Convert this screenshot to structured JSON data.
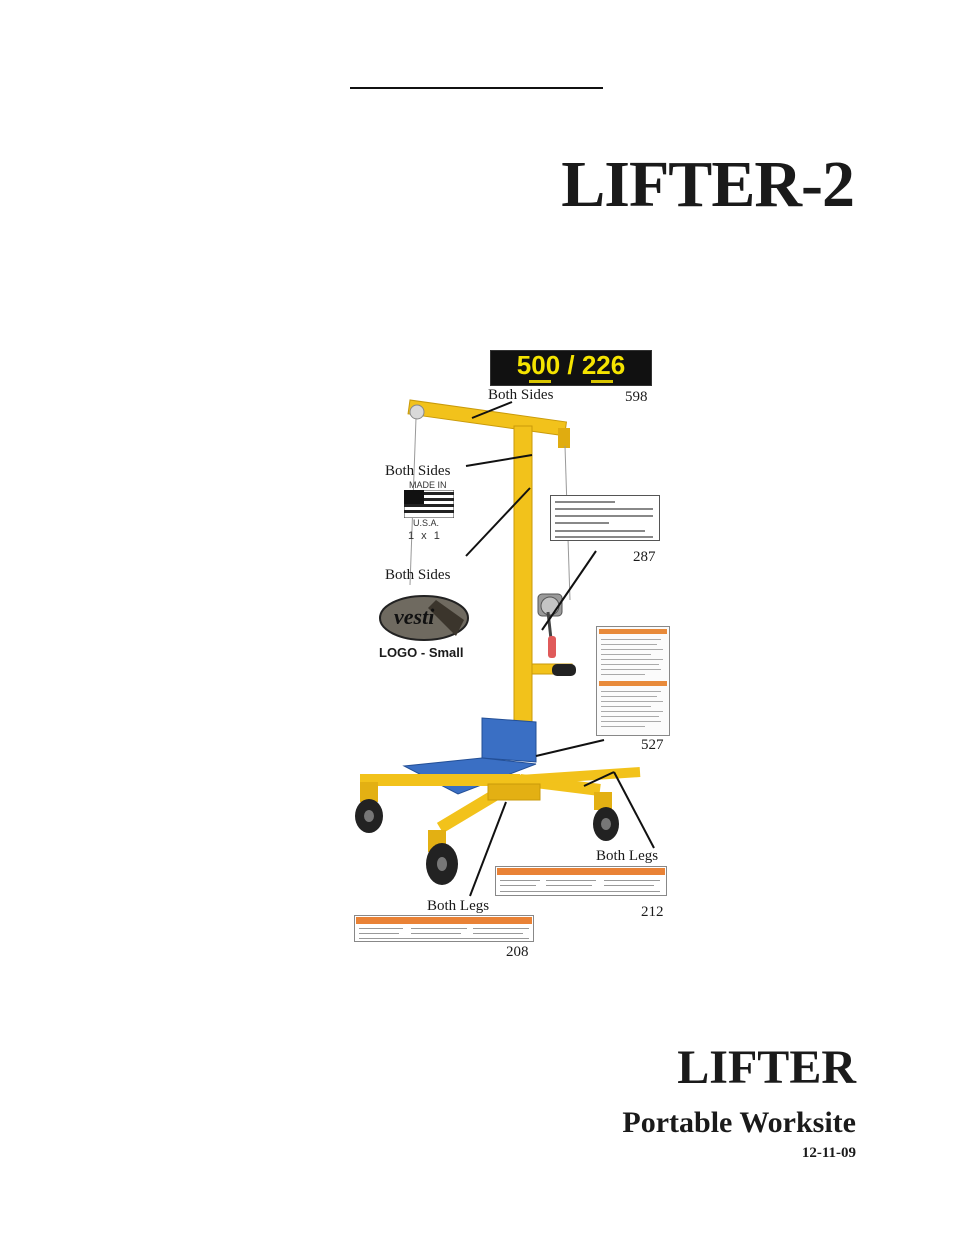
{
  "document": {
    "title": "LIFTER-2",
    "footer_title": "LIFTER",
    "footer_subtitle": "Portable Worksite",
    "date": "12-11-09"
  },
  "decals": {
    "capacity": {
      "text": "500 / 226",
      "part_number": "598",
      "location": "Both Sides"
    },
    "made_in_usa": {
      "line1": "MADE IN",
      "line2": "U.S.A.",
      "qty": "1 x 1",
      "location": "Both Sides"
    },
    "logo": {
      "mark": "vesti",
      "caption": "LOGO - Small",
      "location": "Both Sides"
    },
    "serial_plate": {
      "part_number": "287"
    },
    "warning_sheet": {
      "part_number": "527"
    },
    "leg_warning_large": {
      "part_number": "212",
      "location": "Both Legs"
    },
    "leg_warning_small": {
      "part_number": "208",
      "location": "Both Legs"
    }
  },
  "colors": {
    "frame_yellow": "#f2c21b",
    "platform_blue": "#3a6fc4",
    "warning_orange": "#e98236",
    "decal_yellow": "#f5e400"
  }
}
